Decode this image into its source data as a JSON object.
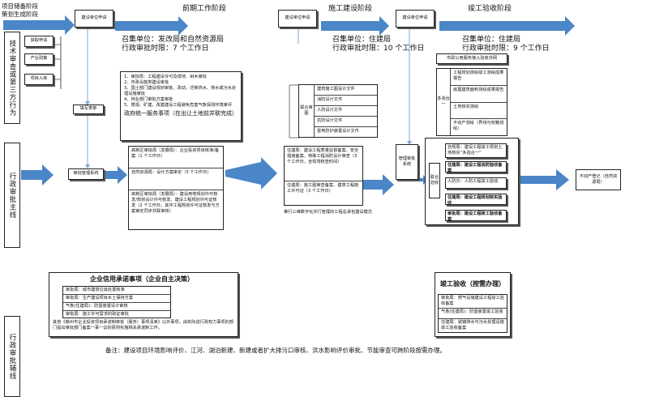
{
  "header": {
    "stage1_label": "项目储备阶段\n策划生成阶段",
    "stage2_label": "前期工作阶段",
    "stage3_label": "施工建设阶段",
    "stage4_label": "竣工验收阶段",
    "kickoff1": "建设单位申请",
    "kickoff2": "建设单位申请",
    "kickoff3": "建设单位申请"
  },
  "summons": {
    "s1": "召集单位：发改局和自然资源局\n行政审批时限：7 个工作日",
    "s2": "召集单位：住建局\n行政审批时限：10 个工作日",
    "s3": "召集单位：住建局\n行政审批时限：9 个工作日"
  },
  "left_rails": {
    "tech": "技术审查或第三方行为",
    "main": "行政审批主线",
    "aux": "行政审批辅线"
  },
  "tech_items": [
    "获取申请",
    "产业政策",
    "项目入库"
  ],
  "fill_form": "填写表单",
  "review_system": "审批管理系统",
  "prework_list": [
    "1、审批局：工程建设许可及绿地、树木审批",
    "2、市政设施类建设审批",
    "3、国土部门建设规划审批、改动、迁移供水、排水或污水处理设施审批",
    "4、林业部门审批方案审批",
    "5、景观、矿建，改建建设工程避免危害气象探测环境审评"
  ],
  "prework_footer": "政府统一服务事项（在出让土地前并联完成）",
  "construct_list": [
    "建筑施工图设计文件",
    "消防设计文件",
    "人防设计文件",
    "抗防设计文件",
    "雷电防护装置设计文件"
  ],
  "joint_review": "联合审图",
  "completion_top": "市政公用服务接入验收并网",
  "completion_list": [
    "工程规划测绘竣工测绘成果报告",
    "房屋建筑面积测绘成果报告",
    "土地核实测绘",
    "不动产测绘（界线与权籍测绘）"
  ],
  "multi_test": "多测合一",
  "stage2_main": [
    "高新区审批局（发展局）：企业投资项目核准/备案（1 个工作日）",
    "自然资源局：设计方案审定（5 个工作日）",
    "高新区审批局（发展局）：建设用地规划许可核发/规划设计许可核发、建设工程规划许可证核发（2 个工作日，其中工程规划许可证核发与方案审定同步并联审核）"
  ],
  "stage3_main": [
    "住建局：建设工程质量监督备案、安全措施备案、特殊工程消防设计审查（3 个工作日，含现场核查时间）",
    "住建局：施工图审查备案、建筑工程施工许可证（3 个工作日）"
  ],
  "stage3_note": "推行三维数字化并行管理的工程总承包建设模式",
  "approval_system": "管理审批系统",
  "joint_accept": "联合验收",
  "stage4_items": [
    "自规局：建设工程竣工规划土地核实“多验合一”",
    "住建局：建设工程消防验收备案",
    "人防办：人防工程竣工验收",
    "住建局：建设工程规划核实验收",
    "审批局：建设工程竣工验收备案"
  ],
  "property_reg": "不动产登记（自然资源局）",
  "commit": {
    "title": "企业信用承诺事项（企业自主决策）",
    "rows": [
      "审批局：城市建筑垃圾处置核准",
      "审批局：生产建设项目水土保持方案",
      "气象(住建局)：防雷装置设计审核",
      "审批局：施工许可需求的取证审批"
    ],
    "note": "其他《赣州市企业投资项目承诺制审批（服务）事项清单》以外事项，由实际进行政权力事项的部门提出审批部门备案一事一议的原则实施相关承诺制工作。"
  },
  "completion_box": {
    "title": "竣工验收（按需办理）",
    "rows": [
      "审批局：燃气设施建设工程竣工验收备案",
      "气象(住建局)：防雷装置竣工验收",
      "住建局：城镇排水与污水处理设施竣工验收备案"
    ]
  },
  "footnote": "备注：建设项目环境影响评价、江河、湖泊新建、新建或者扩大排污口审核、洪水影响评价审批、节能审查可跨阶段按需办理。",
  "colors": {
    "arrow": "#4a86c8",
    "arrow_dark": "#2f6aa8",
    "connector": "#7aa9d8"
  }
}
